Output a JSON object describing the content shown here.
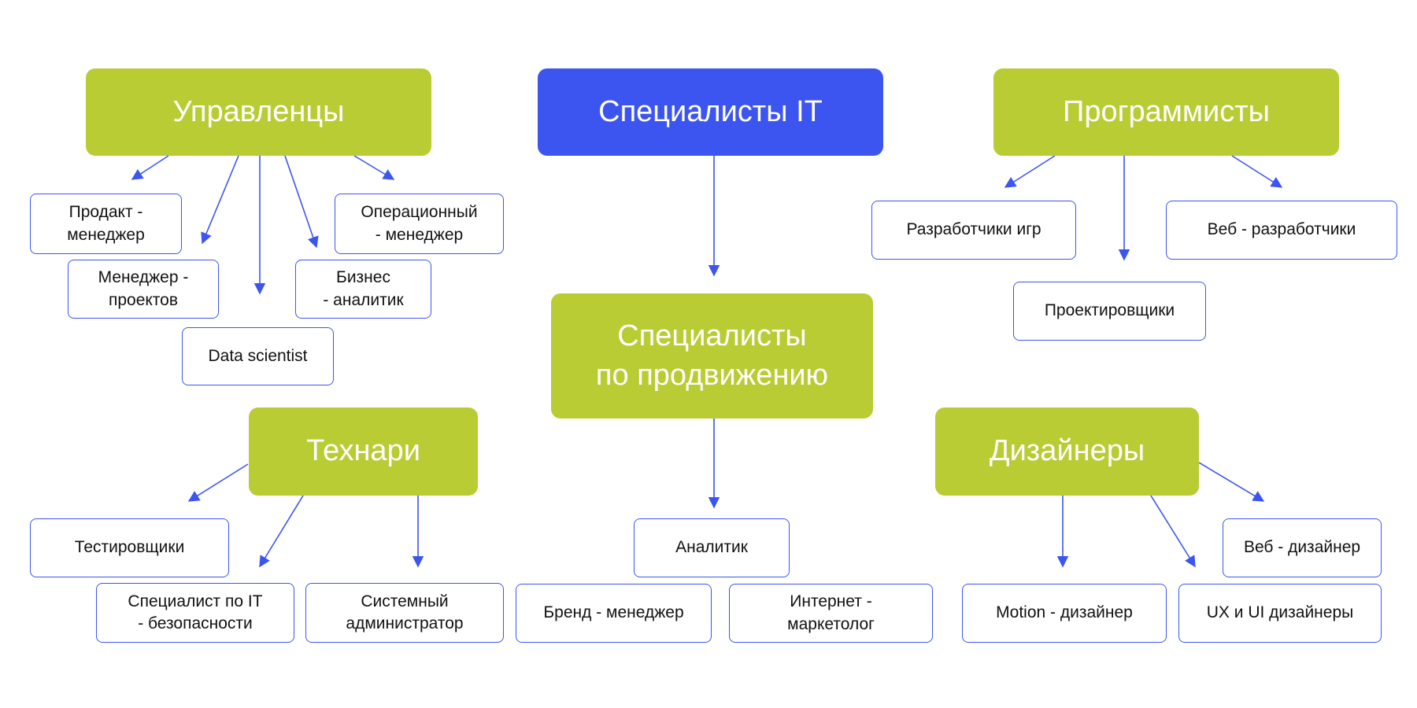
{
  "colors": {
    "category": "#b9cc34",
    "main": "#3d55f0",
    "arrow": "#3d55f0",
    "leaf_border": "#3d55f0"
  },
  "main": {
    "label": "Специалисты IT"
  },
  "categories": {
    "managers": "Управленцы",
    "programmers": "Программисты",
    "promotion": "Специалисты\nпо продвижению",
    "tech": "Технари",
    "designers": "Дизайнеры"
  },
  "leaves": {
    "product_manager": "Продакт -\nменеджер",
    "project_manager": "Менеджер -\nпроектов",
    "data_scientist": "Data scientist",
    "business_analyst": "Бизнес\n- аналитик",
    "operations_manager": "Операционный\n- менеджер",
    "game_developers": "Разработчики игр",
    "designers_engineers": "Проектировщики",
    "web_developers": "Веб - разработчики",
    "testers": "Тестировщики",
    "it_security": "Специалист по IT\n- безопасности",
    "sysadmin": "Системный\nадминистратор",
    "analyst": "Аналитик",
    "brand_manager": "Бренд - менеджер",
    "internet_marketer": "Интернет -\nмаркетолог",
    "motion_designer": "Motion - дизайнер",
    "ux_ui_designers": "UX и UI дизайнеры",
    "web_designer": "Веб - дизайнер"
  }
}
